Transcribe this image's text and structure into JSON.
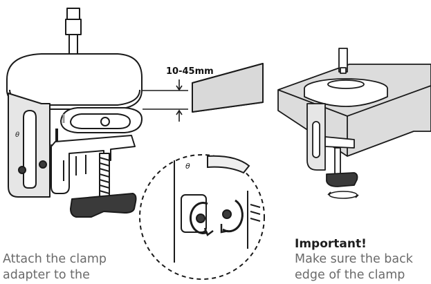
{
  "dimension": {
    "label": "10-45mm"
  },
  "caption_left": "Attach the clamp\nadapter to the",
  "note": {
    "title": "Important!",
    "body": "Make sure the back\nedge of the clamp"
  },
  "colors": {
    "line": "#1a1a1a",
    "light_fill": "#ffffff",
    "gray_fill": "#d9d9d9",
    "dark_part": "#3a3a3a"
  }
}
